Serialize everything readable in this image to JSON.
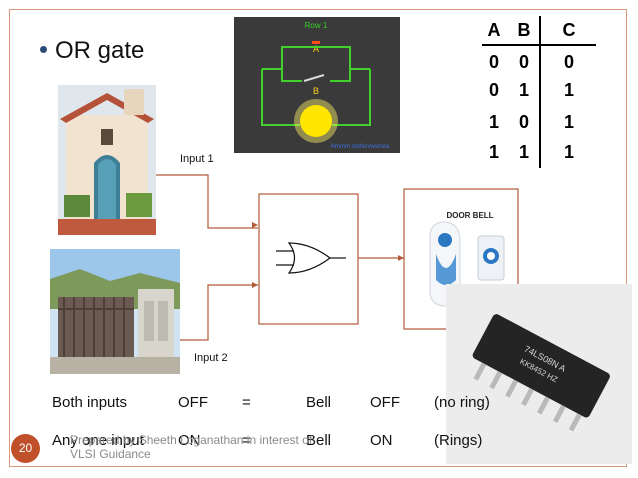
{
  "slide": {
    "title": "OR gate",
    "page_number": "20",
    "footer_line1": "Prepared by Sheeth Loganathan in interest of",
    "footer_line2": "VLSI Guidance"
  },
  "truth_table": {
    "headers": [
      "A",
      "B",
      "C"
    ],
    "rows": [
      [
        "0",
        "0",
        "0"
      ],
      [
        "0",
        "1",
        "1"
      ],
      [
        "1",
        "0",
        "1"
      ],
      [
        "1",
        "1",
        "1"
      ]
    ]
  },
  "circuit": {
    "row_label": "Row 1",
    "switch_a": "A",
    "switch_b": "B",
    "watermark": "Hmmm dotNovwsmea"
  },
  "diagram": {
    "input1": "Input 1",
    "input2": "Input 2",
    "doorbell_label": "DOOR BELL"
  },
  "chip": {
    "line1": "74LS08N A",
    "line2": "KK8452 HZ"
  },
  "statements": [
    {
      "col1": "Both inputs",
      "col2": "OFF",
      "col3": "=",
      "col4": "Bell",
      "col5": "OFF",
      "col6": "(no ring)"
    },
    {
      "col1": "Any one input",
      "col2": "ON",
      "col3": "=",
      "col4": "Bell",
      "col5": "ON",
      "col6": "(Rings)"
    }
  ]
}
